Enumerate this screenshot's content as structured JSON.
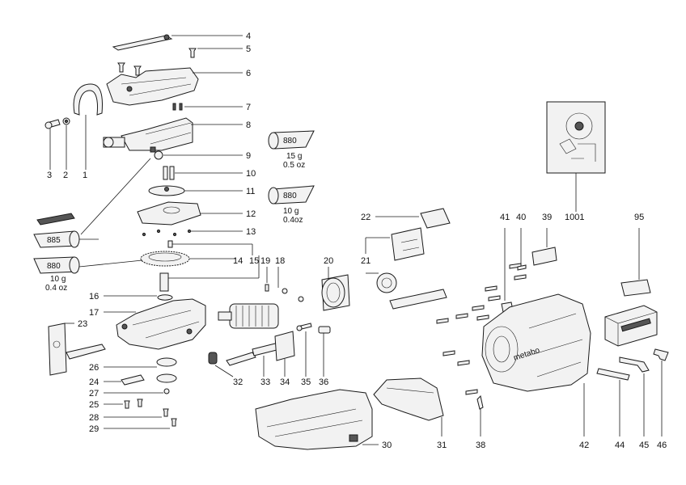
{
  "callouts": {
    "p1": "1",
    "p2": "2",
    "p3": "3",
    "p4": "4",
    "p5": "5",
    "p6": "6",
    "p7": "7",
    "p8": "8",
    "p9": "9",
    "p10": "10",
    "p11": "11",
    "p12": "12",
    "p13": "13",
    "p14": "14",
    "p15": "15",
    "p16": "16",
    "p17": "17",
    "p18": "18",
    "p19": "19",
    "p20": "20",
    "p21": "21",
    "p22": "22",
    "p23": "23",
    "p24": "24",
    "p25": "25",
    "p26": "26",
    "p27": "27",
    "p28": "28",
    "p29": "29",
    "p30": "30",
    "p31": "31",
    "p32": "32",
    "p33": "33",
    "p34": "34",
    "p35": "35",
    "p36": "36",
    "p38": "38",
    "p39": "39",
    "p40": "40",
    "p41": "41",
    "p42": "42",
    "p44": "44",
    "p45": "45",
    "p46": "46",
    "p95": "95",
    "p1001": "1001"
  },
  "grease": {
    "tube_a": {
      "code": "880",
      "amount": "15 g",
      "amount_alt": "0.5 oz"
    },
    "tube_b": {
      "code": "880",
      "amount": "10 g",
      "amount_alt": "0.4oz"
    },
    "tube_c": {
      "code": "885"
    },
    "tube_d": {
      "code": "880",
      "amount": "10 g",
      "amount_alt": "0.4 oz"
    }
  },
  "brand_marking": "metabo"
}
